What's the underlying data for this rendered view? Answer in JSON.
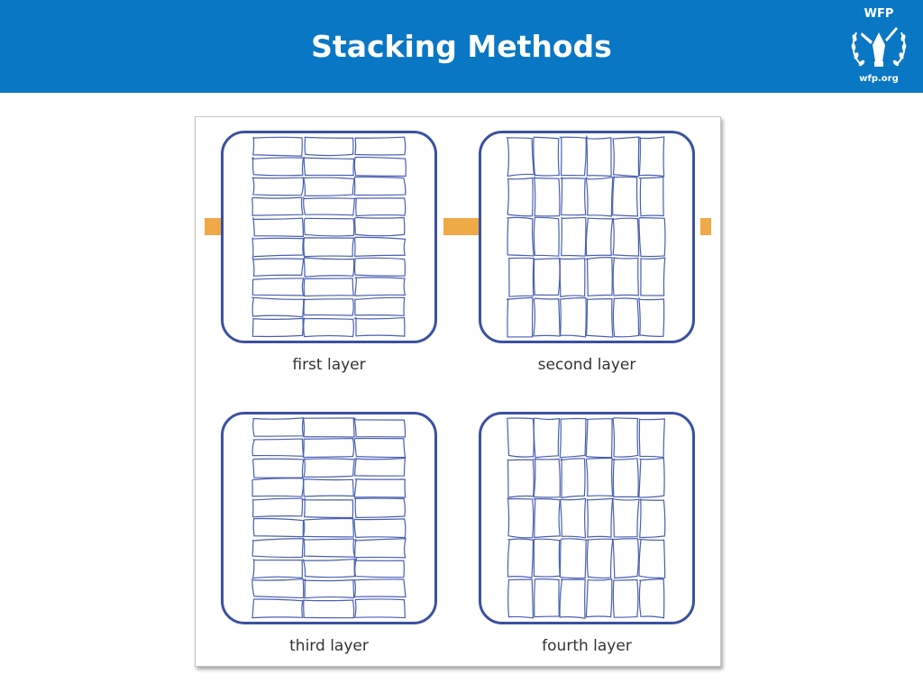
{
  "slide": {
    "title": "Stacking Methods",
    "header_color": "#0a77c5",
    "logo": {
      "top_text": "WFP",
      "bottom_text": "wfp.org",
      "icon": "wfp-emblem-icon"
    }
  },
  "figure": {
    "accent_color": "#f0a947",
    "frame_color": "#3b51a0",
    "bag_color": "#4a5fb4",
    "panels": [
      {
        "caption": "first layer",
        "orientation": "lengthwise",
        "columns": 3,
        "rows": 10
      },
      {
        "caption": "second layer",
        "orientation": "crosswise",
        "columns": 6,
        "rows": 5
      },
      {
        "caption": "third layer",
        "orientation": "lengthwise",
        "columns": 3,
        "rows": 10
      },
      {
        "caption": "fourth layer",
        "orientation": "crosswise",
        "columns": 6,
        "rows": 5
      }
    ]
  }
}
